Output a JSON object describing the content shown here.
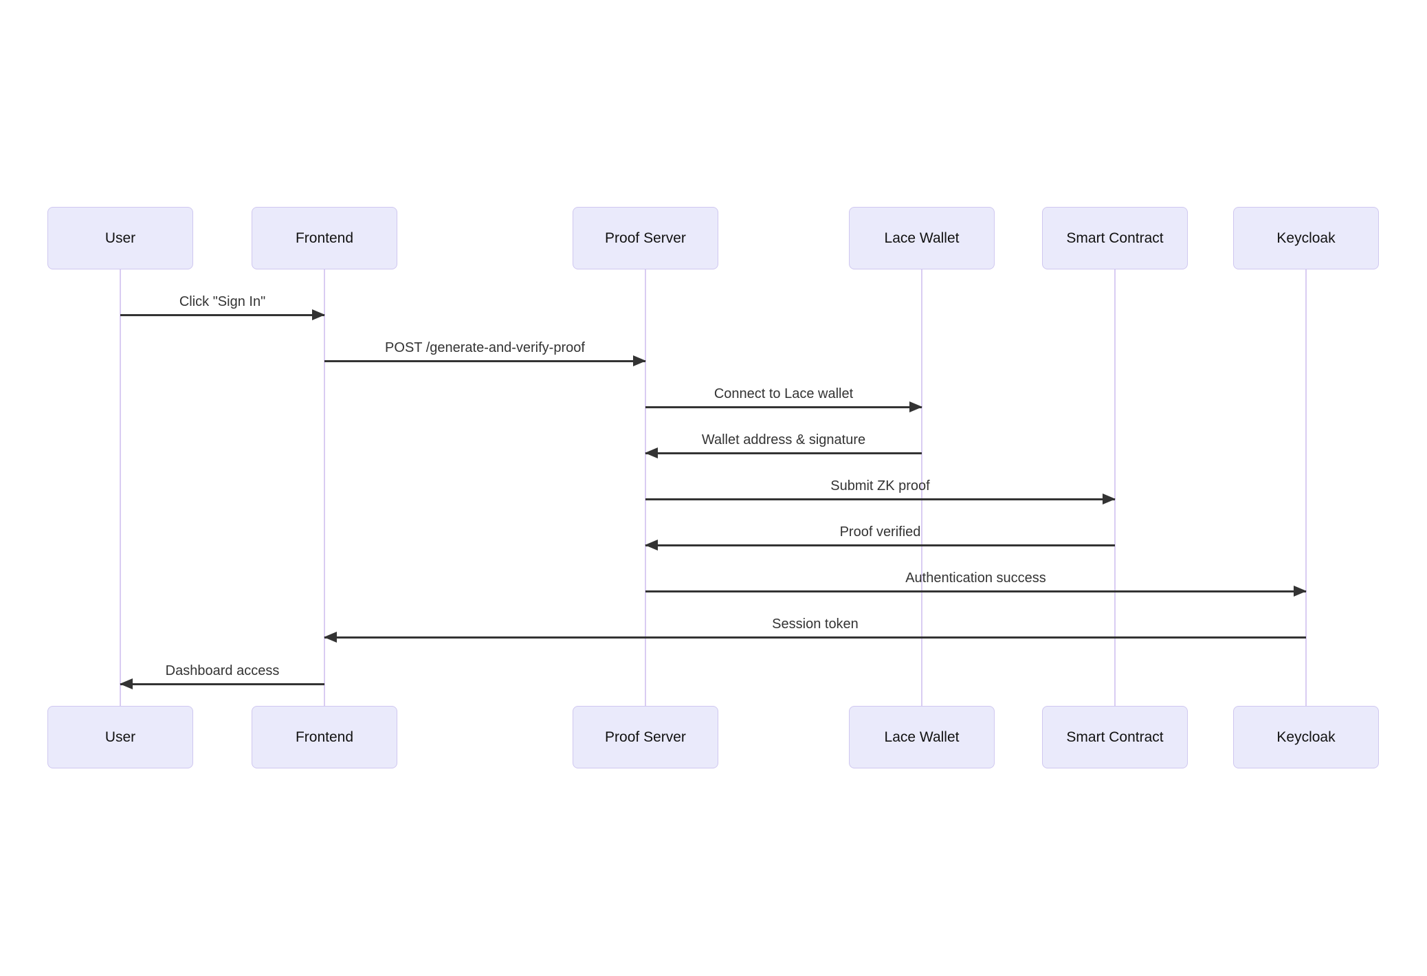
{
  "diagram": {
    "type": "sequence",
    "background_color": "#ffffff",
    "actor_fill_color": "#eaeafb",
    "actor_border_color": "#cfc7f0",
    "lifeline_color": "#d9ccf2",
    "arrow_color": "#333333",
    "text_color": "#333333"
  },
  "actors": [
    {
      "name": "User"
    },
    {
      "name": "Frontend"
    },
    {
      "name": "Proof Server"
    },
    {
      "name": "Lace Wallet"
    },
    {
      "name": "Smart Contract"
    },
    {
      "name": "Keycloak"
    }
  ],
  "messages": [
    {
      "from": "User",
      "to": "Frontend",
      "label": "Click \"Sign In\"",
      "direction": "right",
      "line_style": "solid"
    },
    {
      "from": "Frontend",
      "to": "Proof Server",
      "label": "POST /generate-and-verify-proof",
      "direction": "right",
      "line_style": "solid"
    },
    {
      "from": "Proof Server",
      "to": "Lace Wallet",
      "label": "Connect to Lace wallet",
      "direction": "right",
      "line_style": "solid"
    },
    {
      "from": "Lace Wallet",
      "to": "Proof Server",
      "label": "Wallet address & signature",
      "direction": "left",
      "line_style": "solid"
    },
    {
      "from": "Proof Server",
      "to": "Smart Contract",
      "label": "Submit ZK proof",
      "direction": "right",
      "line_style": "solid"
    },
    {
      "from": "Smart Contract",
      "to": "Proof Server",
      "label": "Proof verified",
      "direction": "left",
      "line_style": "solid"
    },
    {
      "from": "Proof Server",
      "to": "Keycloak",
      "label": "Authentication success",
      "direction": "right",
      "line_style": "solid"
    },
    {
      "from": "Keycloak",
      "to": "Frontend",
      "label": "Session token",
      "direction": "left",
      "line_style": "solid"
    },
    {
      "from": "Frontend",
      "to": "User",
      "label": "Dashboard access",
      "direction": "left",
      "line_style": "solid"
    }
  ]
}
